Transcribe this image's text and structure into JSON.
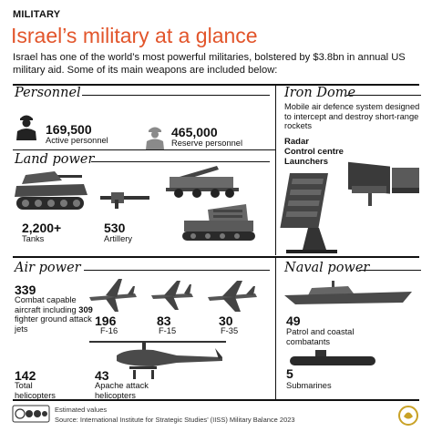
{
  "header": {
    "tag": "MILITARY",
    "title": "Israel’s military at a glance",
    "intro": "Israel has one of the world’s most powerful militaries, bolstered by $3.8bn in annual US military aid. Some of its main weapons are included below:"
  },
  "personnel": {
    "title": "Personnel",
    "active": {
      "value": "169,500",
      "label": "Active personnel",
      "icon": "soldier-icon"
    },
    "reserve": {
      "value": "465,000",
      "label": "Reserve personnel",
      "icon": "reserve-soldier-icon"
    }
  },
  "iron_dome": {
    "title": "Iron Dome",
    "description": "Mobile air defence system designed to intercept and destroy short-range rockets",
    "components": [
      "Radar",
      "Control centre",
      "Launchers"
    ]
  },
  "land_power": {
    "title": "Land power",
    "tanks": {
      "value": "2,200+",
      "label": "Tanks"
    },
    "artillery": {
      "value": "530",
      "label": "Artillery"
    }
  },
  "air_power": {
    "title": "Air power",
    "combat_aircraft": {
      "value": "339",
      "label_before": "Combat capable aircraft including",
      "highlight": "309",
      "label_after": "fighter ground attack jets"
    },
    "f16": {
      "value": "196",
      "label": "F-16"
    },
    "f15": {
      "value": "83",
      "label": "F-15"
    },
    "f35": {
      "value": "30",
      "label": "F-35"
    },
    "helicopters": {
      "value": "142",
      "label": "Total helicopters"
    },
    "apache": {
      "value": "43",
      "label": "Apache attack helicopters"
    }
  },
  "naval_power": {
    "title": "Naval power",
    "patrol": {
      "value": "49",
      "label": "Patrol and coastal combatants"
    },
    "submarines": {
      "value": "5",
      "label": "Submarines"
    }
  },
  "footer": {
    "note": "Estimated values",
    "source": "Source: International Institute for Strategic Studies’ (IISS) Military Balance 2023",
    "license": "cc by nc sa"
  },
  "colors": {
    "accent": "#e2552b",
    "ink": "#111111",
    "gray": "#7a7a7a"
  }
}
